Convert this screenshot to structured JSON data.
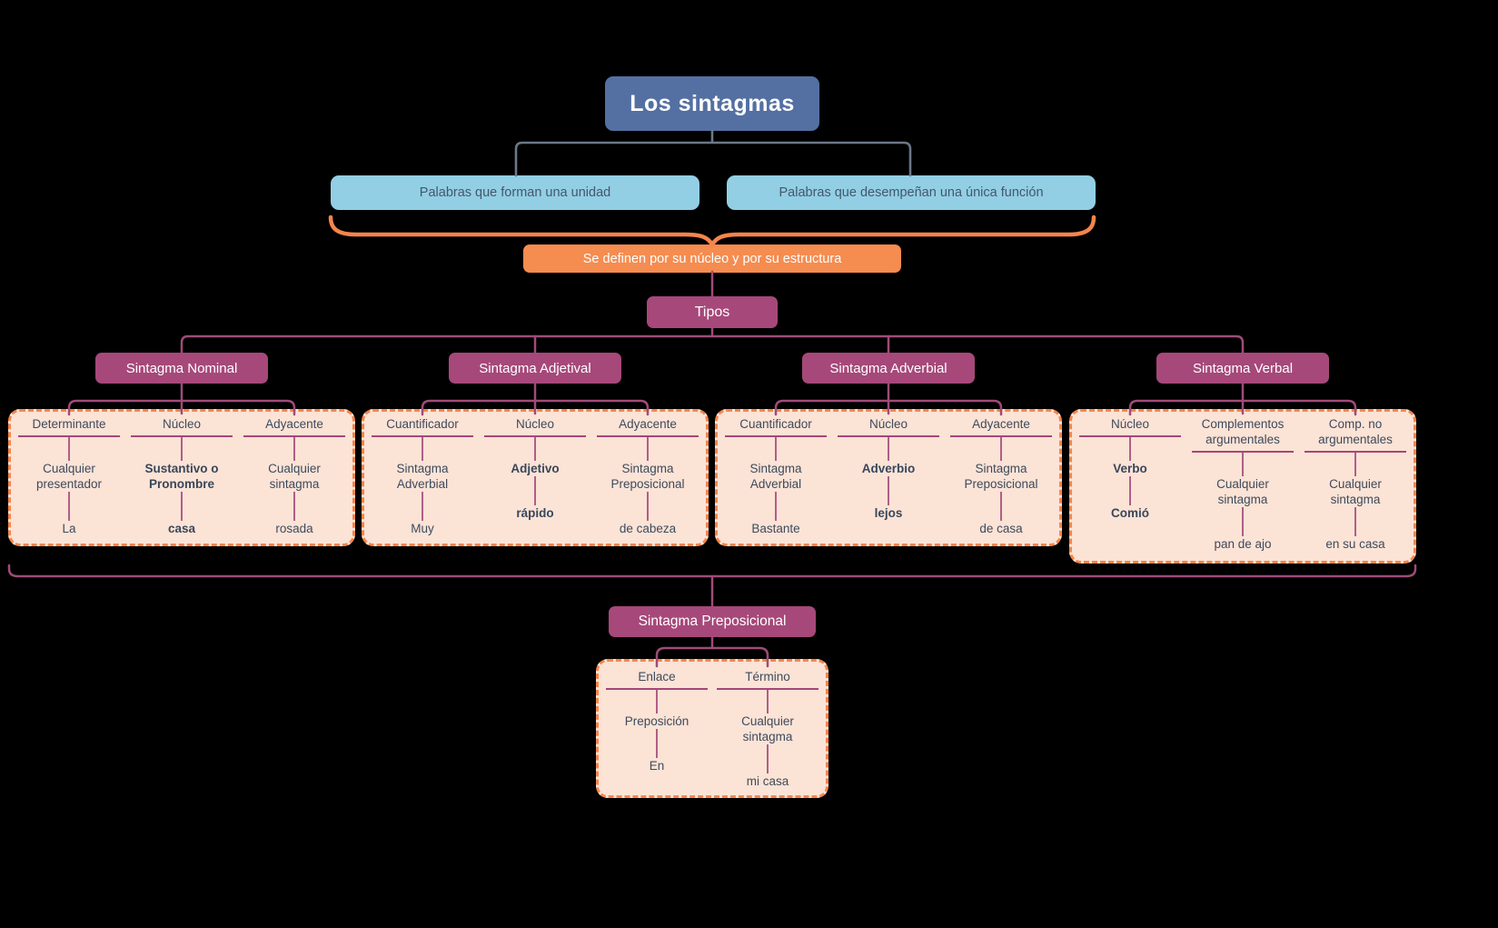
{
  "title": "Los sintagmas",
  "unit_left": "Palabras que forman una unidad",
  "unit_right": "Palabras que desempeñan una única función",
  "definition": "Se definen por su núcleo y por su estructura",
  "tipos": "Tipos",
  "branches": [
    {
      "title": "Sintagma Nominal",
      "columns": [
        {
          "head": "Determinante",
          "mid": "Cualquier presentador",
          "leaf": "La"
        },
        {
          "head": "Núcleo",
          "mid": "Sustantivo o Pronombre",
          "leaf": "casa"
        },
        {
          "head": "Adyacente",
          "mid": "Cualquier sintagma",
          "leaf": "rosada"
        }
      ]
    },
    {
      "title": "Sintagma Adjetival",
      "columns": [
        {
          "head": "Cuantificador",
          "mid": "Sintagma Adverbial",
          "leaf": "Muy"
        },
        {
          "head": "Núcleo",
          "mid": "Adjetivo",
          "leaf": "rápido"
        },
        {
          "head": "Adyacente",
          "mid": "Sintagma Preposicional",
          "leaf": "de cabeza"
        }
      ]
    },
    {
      "title": "Sintagma Adverbial",
      "columns": [
        {
          "head": "Cuantificador",
          "mid": "Sintagma Adverbial",
          "leaf": "Bastante"
        },
        {
          "head": "Núcleo",
          "mid": "Adverbio",
          "leaf": "lejos"
        },
        {
          "head": "Adyacente",
          "mid": "Sintagma Preposicional",
          "leaf": "de casa"
        }
      ]
    },
    {
      "title": "Sintagma Verbal",
      "columns": [
        {
          "head": "Núcleo",
          "mid": "Verbo",
          "leaf": "Comió"
        },
        {
          "head": "Complementos argumentales",
          "mid": "Cualquier sintagma",
          "leaf": "pan de ajo"
        },
        {
          "head": "Comp. no argumentales",
          "mid": "Cualquier sintagma",
          "leaf": "en su casa"
        }
      ]
    }
  ],
  "prepositional": {
    "title": "Sintagma Preposicional",
    "columns": [
      {
        "head": "Enlace",
        "mid": "Preposición",
        "leaf": "En"
      },
      {
        "head": "Término",
        "mid": "Cualquier sintagma",
        "leaf": "mi casa"
      }
    ]
  },
  "colors": {
    "title_bg": "#5470A2",
    "blue_node": "#92CFE4",
    "orange_accent": "#F5854B",
    "orange_node": "#F58C50",
    "purple_node": "#A6487A",
    "peach_fill": "#FBE3D6",
    "wire_gray": "#6B7887",
    "wire_purple": "#A04B78",
    "text_dark": "#3E4A5C"
  }
}
